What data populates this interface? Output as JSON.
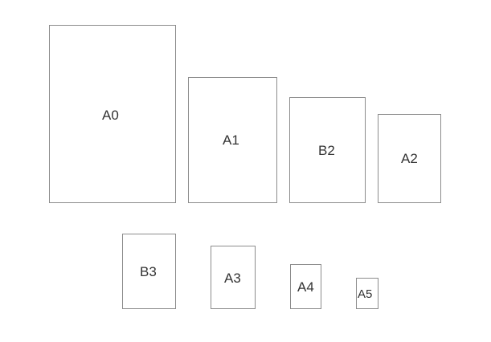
{
  "diagram": {
    "sheets": [
      {
        "id": "a0",
        "label": "A0"
      },
      {
        "id": "a1",
        "label": "A1"
      },
      {
        "id": "b2",
        "label": "B2"
      },
      {
        "id": "a2",
        "label": "A2"
      },
      {
        "id": "b3",
        "label": "B3"
      },
      {
        "id": "a3",
        "label": "A3"
      },
      {
        "id": "a4",
        "label": "A4"
      },
      {
        "id": "a5",
        "label": "A5"
      }
    ],
    "colors": {
      "border": "#8c8c8c",
      "text": "#333333",
      "background": "#ffffff"
    }
  }
}
